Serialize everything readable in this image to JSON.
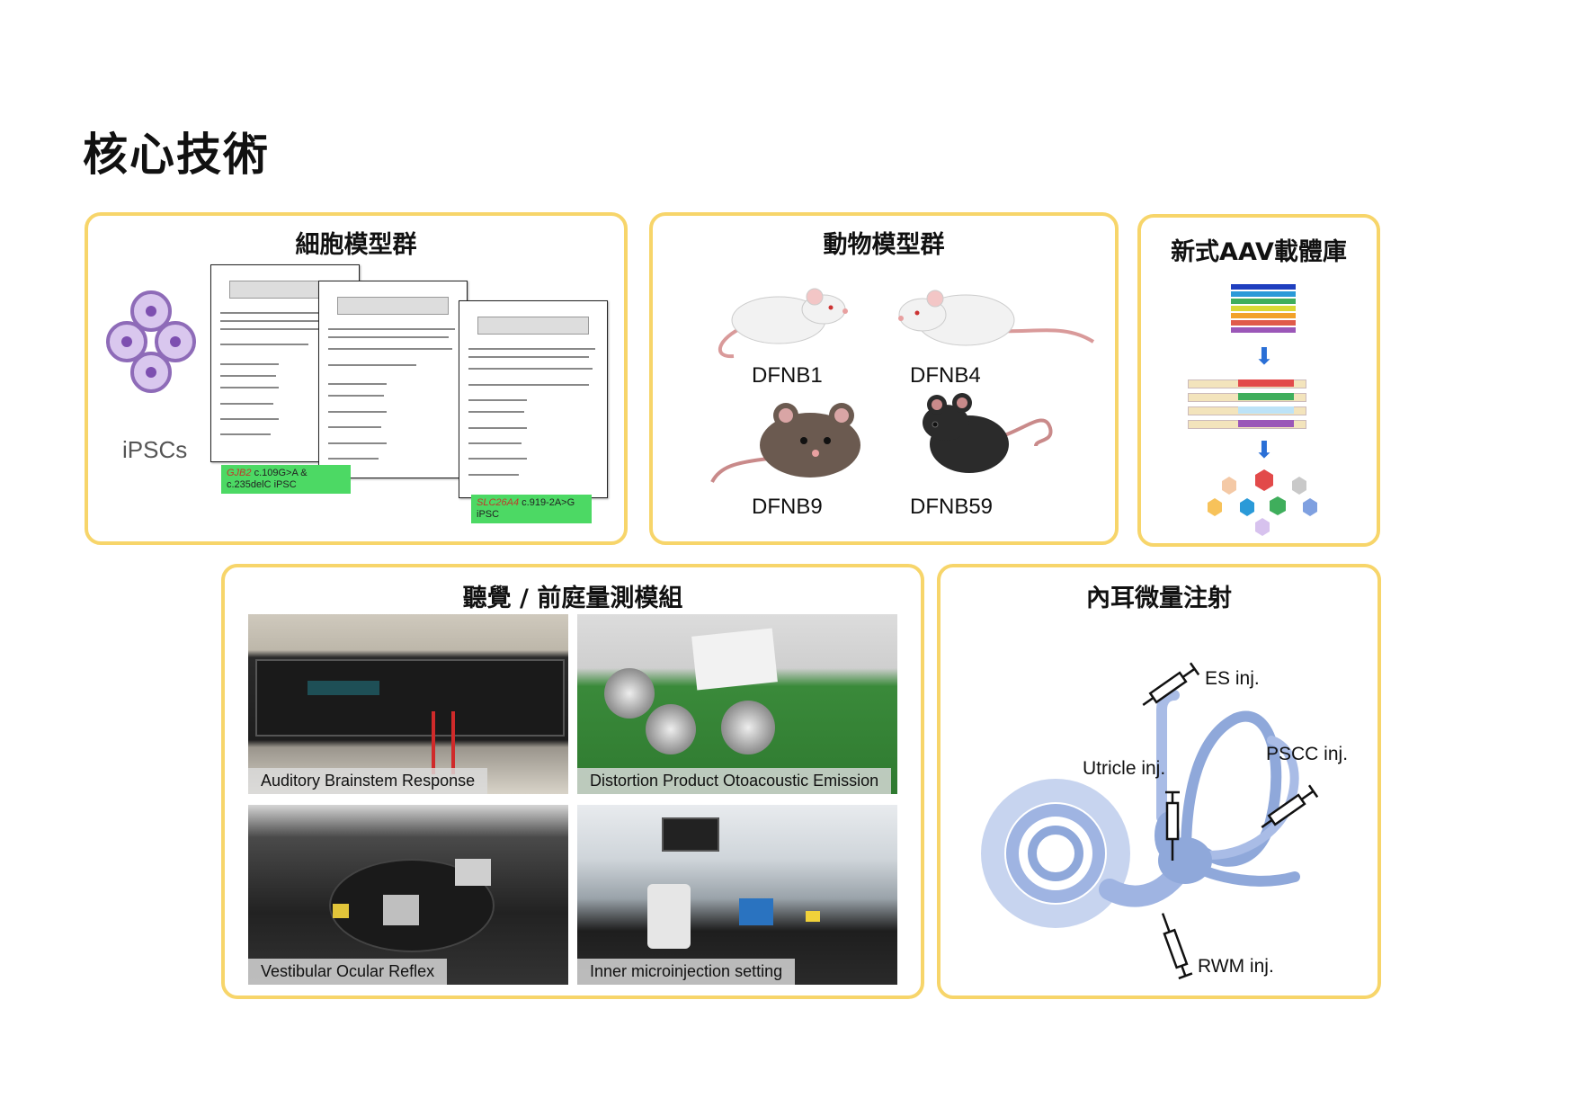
{
  "page_title": "核心技術",
  "cell_panel": {
    "title": "細胞模型群",
    "ipsc_label": "iPSCs",
    "tag1_gene": "GJB2",
    "tag1_rest": " c.109G>A &",
    "tag1_line2": "c.235delC iPSC",
    "tag2_gene": "SLC26A4",
    "tag2_rest": " c.919-2A>G iPSC"
  },
  "animal_panel": {
    "title": "動物模型群",
    "labels": [
      "DFNB1",
      "DFNB4",
      "DFNB9",
      "DFNB59"
    ]
  },
  "aav_panel": {
    "title": "新式AAV載體庫"
  },
  "measure_panel": {
    "title": "聽覺 / 前庭量測模組",
    "photos": [
      "Auditory Brainstem Response",
      "Distortion Product Otoacoustic Emission",
      "Vestibular Ocular Reflex",
      "Inner microinjection setting"
    ]
  },
  "inject_panel": {
    "title": "內耳微量注射",
    "labels": [
      "ES inj.",
      "PSCC inj.",
      "Utricle inj.",
      "RWM inj."
    ]
  },
  "colors": {
    "panel_border": "#f7d56a",
    "ipsc_purple": "#8e6bb8",
    "tag_green": "#4cd964",
    "ear_blue": "#8fa8da"
  }
}
